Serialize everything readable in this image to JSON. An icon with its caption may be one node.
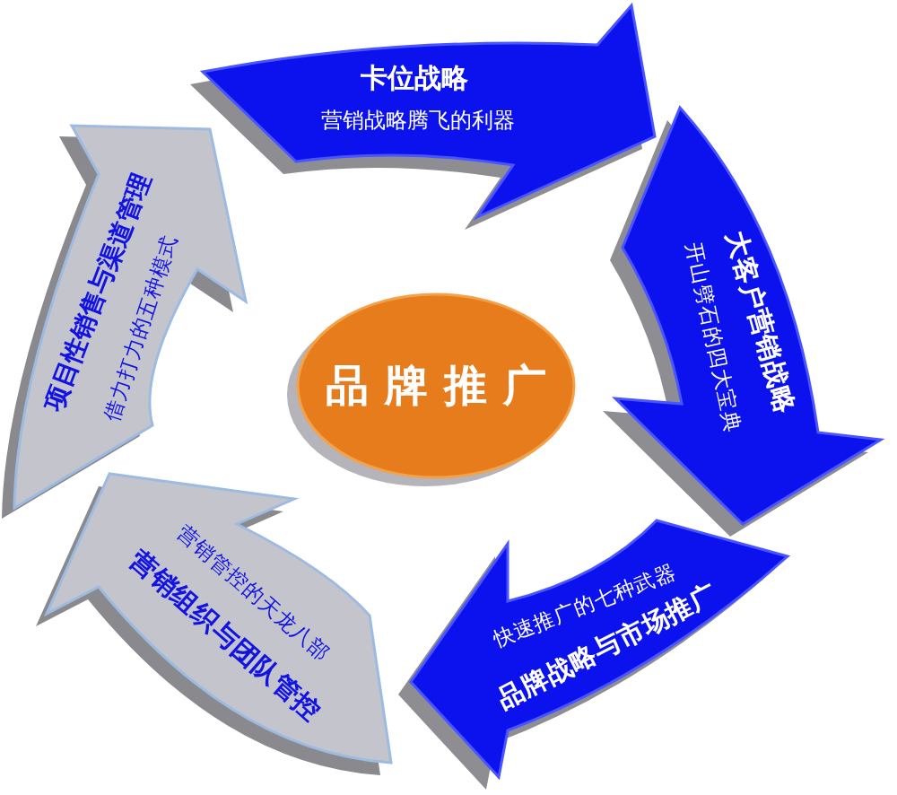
{
  "diagram": {
    "nodes": [
      {
        "text": [
          "品牌推广"
        ]
      },
      {
        "text": [
          "卡位战略",
          "营销战略腾飞的利器"
        ]
      },
      {
        "text": [
          "大客户营销战略",
          "开山劈石的四大宝典"
        ]
      },
      {
        "text": [
          "品牌战略与市场推广",
          "快速推广的七种武器"
        ]
      },
      {
        "text": [
          "营销组织与团队管控",
          "营销管控的天龙八部"
        ]
      },
      {
        "text": [
          "项目性销售与渠道管理",
          "借力打力的五种模式"
        ]
      }
    ]
  }
}
